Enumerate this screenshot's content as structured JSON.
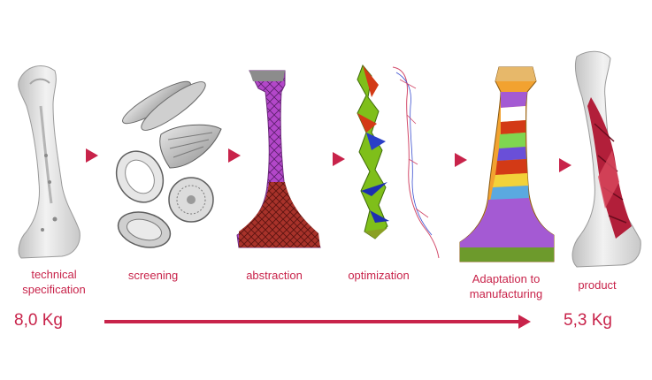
{
  "stages": [
    {
      "id": "technical-specification",
      "label_line1": "technical",
      "label_line2": "specification"
    },
    {
      "id": "screening",
      "label": "screening"
    },
    {
      "id": "abstraction",
      "label": "abstraction"
    },
    {
      "id": "optimization",
      "label": "optimization"
    },
    {
      "id": "adaptation",
      "label_line1": "Adaptation to",
      "label_line2": "manufacturing"
    },
    {
      "id": "product",
      "label": "product"
    }
  ],
  "weights": {
    "start": "8,0 Kg",
    "end": "5,3 Kg"
  },
  "colors": {
    "accent": "#c8234a",
    "part_gray": "#d9d9d9",
    "lattice_purple": "#b347c9",
    "lattice_red": "#a8322a",
    "opt_green": "#7fbf1a",
    "opt_blue": "#1d2fb0"
  },
  "icons": [
    "arrow-right-icon",
    "triangle-marker-icon"
  ]
}
